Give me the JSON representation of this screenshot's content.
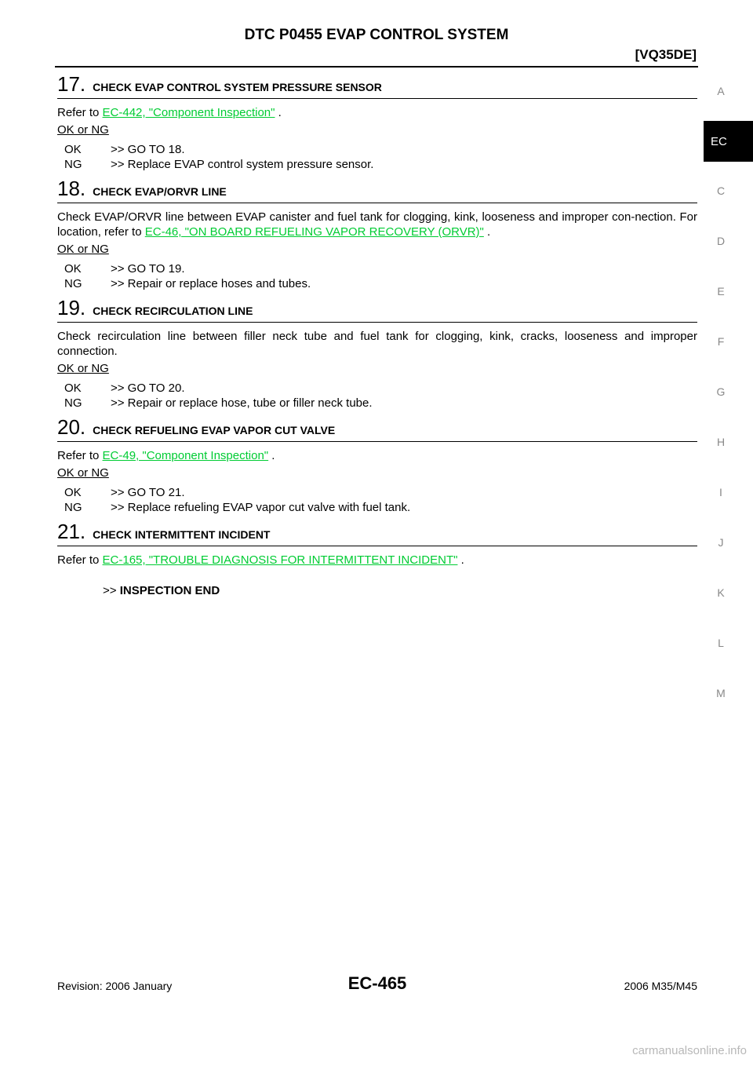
{
  "header": {
    "title": "DTC P0455 EVAP CONTROL SYSTEM",
    "model": "[VQ35DE]"
  },
  "steps": [
    {
      "number": "17.",
      "title": "CHECK EVAP CONTROL SYSTEM PRESSURE SENSOR",
      "text_before": "Refer to ",
      "link": "EC-442, \"Component Inspection\"",
      "text_after": " .",
      "ok_ng": "OK or NG",
      "results": [
        {
          "code": "OK",
          "text": ">> GO TO 18."
        },
        {
          "code": "NG",
          "text": ">> Replace EVAP control system pressure sensor."
        }
      ]
    },
    {
      "number": "18.",
      "title": "CHECK EVAP/ORVR LINE",
      "text_before": "Check EVAP/ORVR line between EVAP canister and fuel tank for clogging, kink, looseness and improper con-nection. For location, refer to ",
      "link": "EC-46, \"ON BOARD REFUELING VAPOR RECOVERY (ORVR)\"",
      "text_after": " .",
      "ok_ng": "OK or NG",
      "results": [
        {
          "code": "OK",
          "text": ">> GO TO 19."
        },
        {
          "code": "NG",
          "text": ">> Repair or replace hoses and tubes."
        }
      ]
    },
    {
      "number": "19.",
      "title": "CHECK RECIRCULATION LINE",
      "text_before": "Check recirculation line between filler neck tube and fuel tank for clogging, kink, cracks, looseness and improper connection.",
      "link": "",
      "text_after": "",
      "ok_ng": "OK or NG",
      "results": [
        {
          "code": "OK",
          "text": ">> GO TO 20."
        },
        {
          "code": "NG",
          "text": ">> Repair or replace hose, tube or filler neck tube."
        }
      ]
    },
    {
      "number": "20.",
      "title": "CHECK REFUELING EVAP VAPOR CUT VALVE",
      "text_before": "Refer to ",
      "link": "EC-49, \"Component Inspection\"",
      "text_after": " .",
      "ok_ng": "OK or NG",
      "results": [
        {
          "code": "OK",
          "text": ">> GO TO 21."
        },
        {
          "code": "NG",
          "text": ">> Replace refueling EVAP vapor cut valve with fuel tank."
        }
      ]
    },
    {
      "number": "21.",
      "title": "CHECK INTERMITTENT INCIDENT",
      "text_before": "Refer to ",
      "link": "EC-165, \"TROUBLE DIAGNOSIS FOR INTERMITTENT INCIDENT\"",
      "text_after": " .",
      "ok_ng": "",
      "results": []
    }
  ],
  "final": {
    "prefix": ">> ",
    "label": "INSPECTION END"
  },
  "side_index": {
    "letters_top": [
      "A"
    ],
    "active": "EC",
    "letters_rest": [
      "C",
      "D",
      "E",
      "F",
      "G",
      "H",
      "I",
      "J",
      "K",
      "L",
      "M"
    ]
  },
  "footer": {
    "revision": "Revision: 2006 January",
    "page": "EC-465",
    "model": "2006 M35/M45"
  },
  "watermark": "carmanualsonline.info",
  "colors": {
    "link": "#00cc33",
    "side_active_bg": "#000000",
    "side_letter": "#888888"
  }
}
